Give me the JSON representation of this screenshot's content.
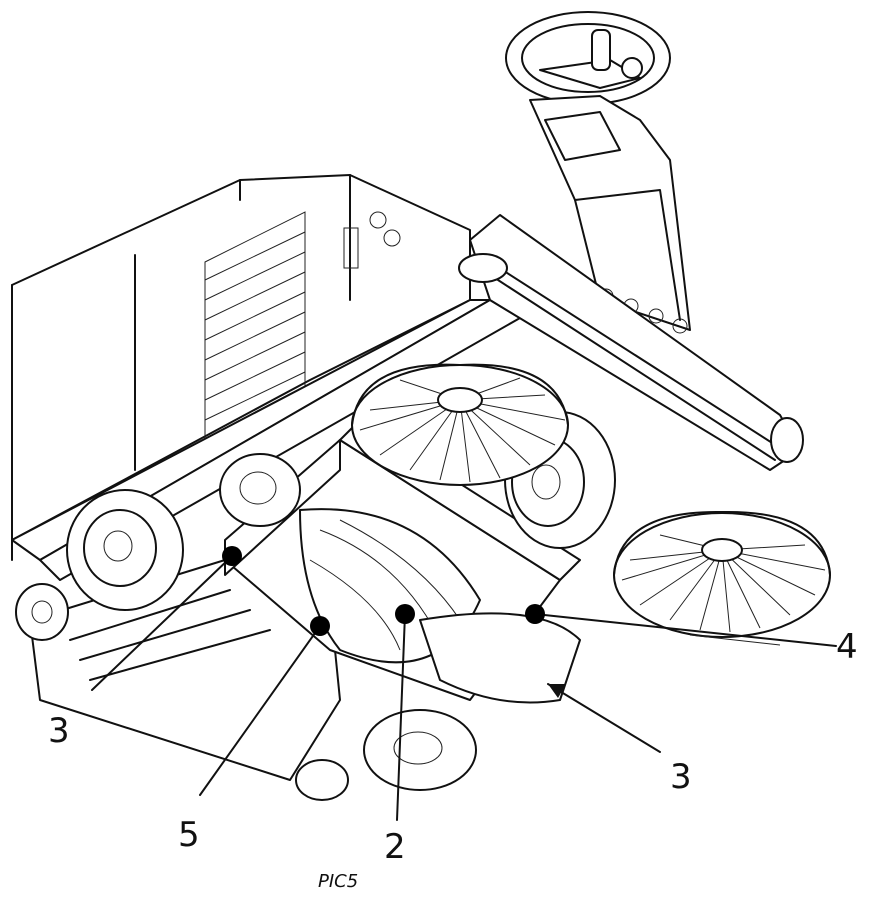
{
  "figure": {
    "caption": "PIC5",
    "callouts": [
      {
        "id": "left-3",
        "label": "3"
      },
      {
        "id": "bottom-5",
        "label": "5"
      },
      {
        "id": "bottom-2",
        "label": "2"
      },
      {
        "id": "right-3",
        "label": "3"
      },
      {
        "id": "right-4",
        "label": "4"
      }
    ]
  }
}
